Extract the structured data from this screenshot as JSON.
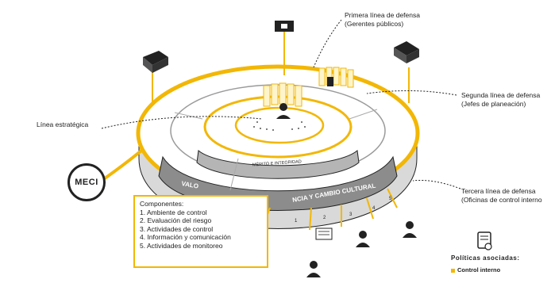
{
  "labels": {
    "primera_linea": "Primera línea de defensa",
    "primera_linea_sub": "(Gerentes públicos)",
    "segunda_linea": "Segunda línea de defensa",
    "segunda_linea_sub": "(Jefes de planeación)",
    "linea_estrategica": "Línea estratégica",
    "tercera_linea": "Tercera línea de defensa",
    "tercera_linea_sub": "(Oficinas de control interno"
  },
  "meci": "MECI",
  "ring_texts": {
    "merito": "MÉRITO E INTEGRIDAD",
    "valores_left": "VALO",
    "valores_right": "NCIA Y CAMBIO CULTURAL"
  },
  "componentes": {
    "title": "Componentes:",
    "items": [
      "1. Ambiente de control",
      "2. Evaluación del riesgo",
      "3. Actividades de control",
      "4. Información y comunicación",
      "5. Actividades de monitoreo"
    ]
  },
  "politicas": {
    "title": "Políticas asociadas:",
    "items": [
      "Control interno"
    ]
  },
  "segment_numbers": [
    "1",
    "2",
    "3",
    "4",
    "5"
  ],
  "icons": [
    "building-icon",
    "person-icon",
    "document-icon",
    "gear-icon"
  ],
  "colors": {
    "accent": "#F2B705",
    "ring_gray": "#bdbdbd",
    "line": "#222222"
  }
}
